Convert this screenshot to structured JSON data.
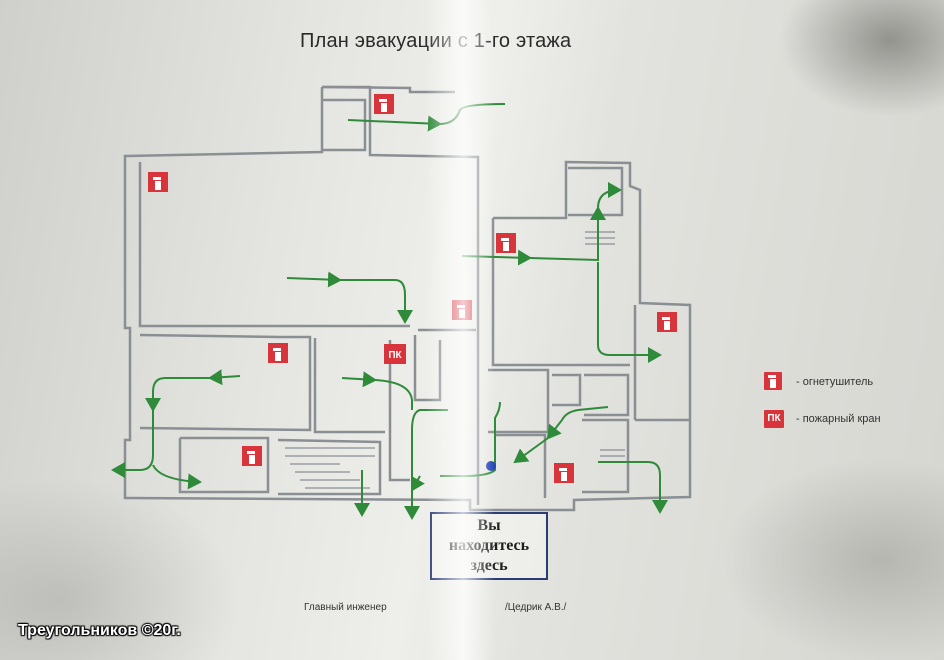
{
  "title": "План эвакуации с 1-го этажа",
  "legend": {
    "extinguisher_label": "- огнетушитель",
    "hydrant_symbol": "ПК",
    "hydrant_label": "- пожарный кран"
  },
  "you_are_here": {
    "line1": "Вы",
    "line2": "находитесь",
    "line3": "здесь"
  },
  "signature": {
    "position": "Главный инженер",
    "name": "/Цедрик А.В./"
  },
  "watermark": "Треугольников ©20г.",
  "colors": {
    "arrow": "#2f8a3a",
    "sign_red": "#d8343c",
    "wall": "#8a8f94",
    "here_frame": "#2b3c74",
    "here_dot": "#2344b8"
  }
}
